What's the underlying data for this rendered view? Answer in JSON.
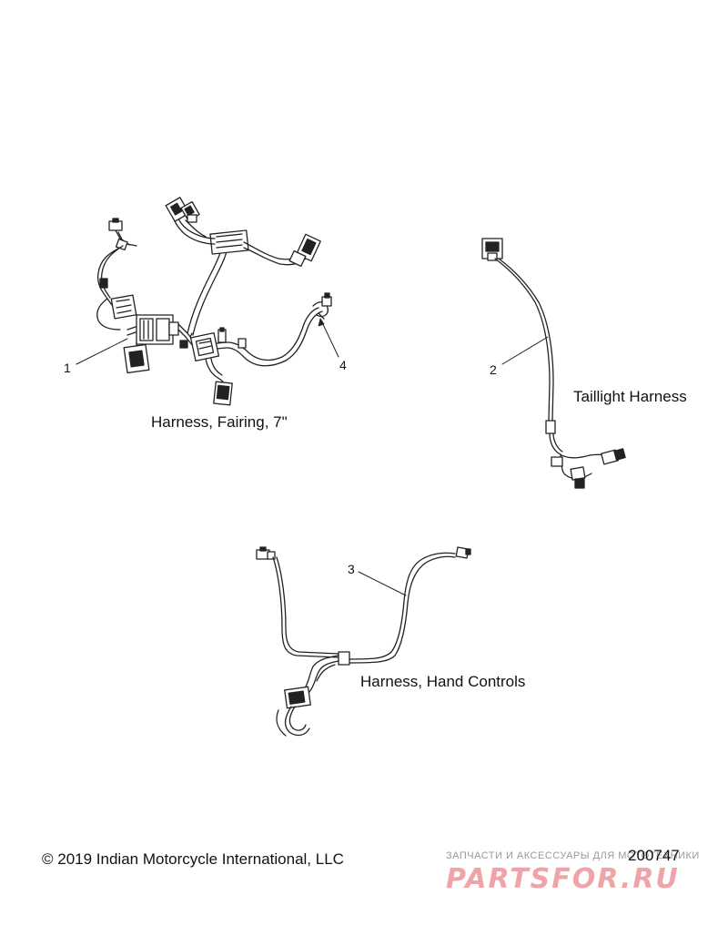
{
  "captions": {
    "fairing": "Harness, Fairing, 7\"",
    "taillight": "Taillight Harness",
    "hand_controls": "Harness, Hand Controls"
  },
  "callouts": {
    "one": "1",
    "two": "2",
    "three": "3",
    "four": "4"
  },
  "footer": {
    "copyright": "© 2019 Indian Motorcycle International, LLC",
    "drawing_number": "200747"
  },
  "watermark": {
    "subtitle": "ЗАПЧАСТИ И АКСЕССУАРЫ ДЛЯ МОТОТЕХНИКИ",
    "logo": "PARTSFOR.RU"
  },
  "colors": {
    "line": "#222222",
    "watermark": "#e25a62"
  }
}
